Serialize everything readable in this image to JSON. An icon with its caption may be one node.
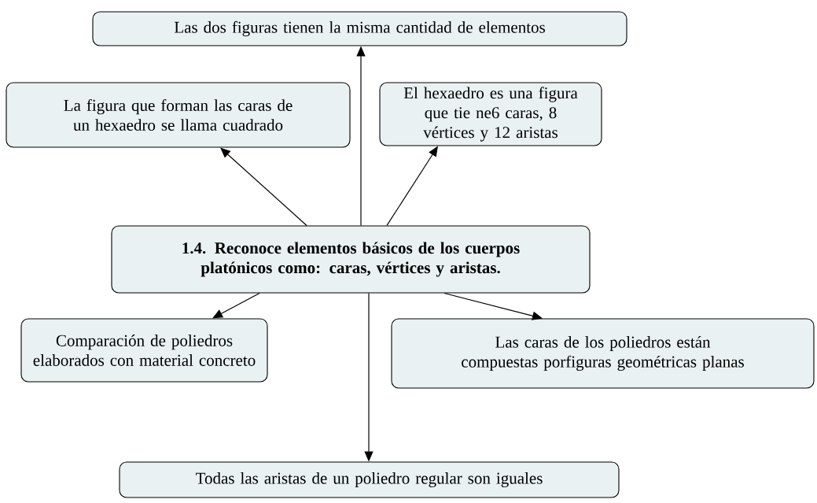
{
  "diagram": {
    "nodes": [
      {
        "text": [
          "1.4. Reconoce elementos básicos de los cuerpos platónicos como: caras, vértices y aristas."
        ]
      },
      {
        "text": [
          "Las dos figuras tienen la misma cantidad de elementos"
        ]
      },
      {
        "text": [
          "La figura que forman las caras de un hexaedro se llama cuadrado"
        ]
      },
      {
        "text": [
          "El hexaedro es una figura que tie ne6 caras, 8 vértices y 12 aristas"
        ]
      },
      {
        "text": [
          "Comparación de poliedros elaborados con material concreto"
        ]
      },
      {
        "text": [
          "Las caras de los poliedros están compuestas porfiguras geométricas planas"
        ]
      },
      {
        "text": [
          "Todas las aristas de un poliedro regular son iguales"
        ]
      }
    ],
    "edges": [
      {
        "from": 0,
        "to": 1,
        "arrow": "to"
      },
      {
        "from": 0,
        "to": 2,
        "arrow": "to"
      },
      {
        "from": 0,
        "to": 3,
        "arrow": "to"
      },
      {
        "from": 0,
        "to": 4,
        "arrow": "to"
      },
      {
        "from": 0,
        "to": 5,
        "arrow": "to"
      },
      {
        "from": 0,
        "to": 6,
        "arrow": "to"
      }
    ]
  }
}
